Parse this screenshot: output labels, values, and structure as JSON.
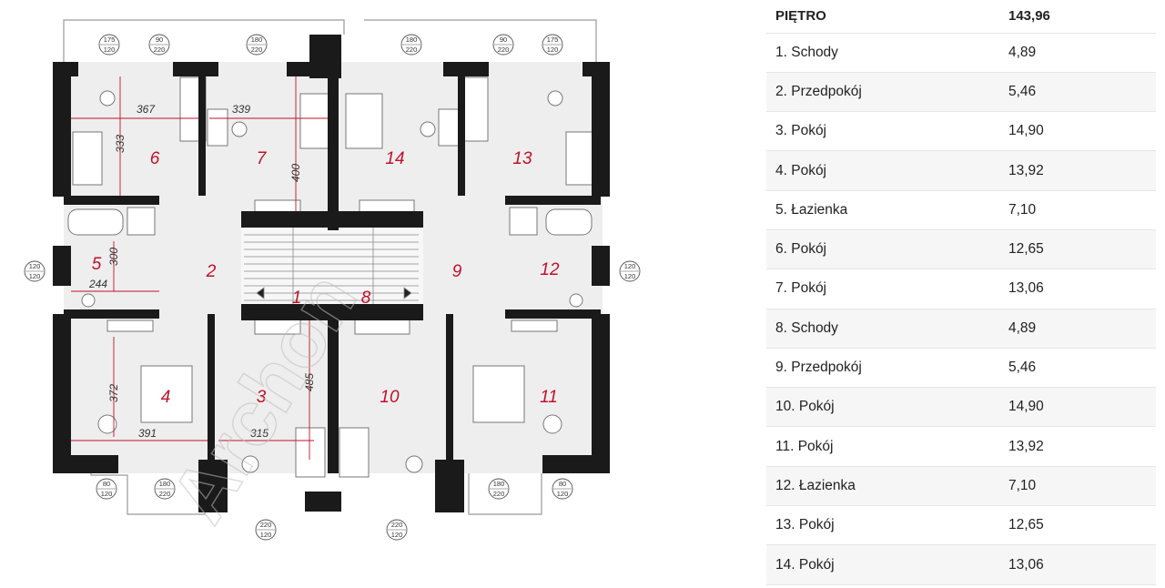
{
  "floor_plan": {
    "rooms": [
      "1",
      "2",
      "3",
      "4",
      "5",
      "6",
      "7",
      "8",
      "9",
      "10",
      "11",
      "12",
      "13",
      "14"
    ],
    "dimensions": [
      "367",
      "333",
      "339",
      "400",
      "300",
      "244",
      "372",
      "391",
      "315",
      "485"
    ],
    "window_sizes": {
      "w175_120": [
        "175",
        "120"
      ],
      "w90_220": [
        "90",
        "220"
      ],
      "w180_220": [
        "180",
        "220"
      ],
      "w120_120": [
        "120",
        "120"
      ],
      "w80_120": [
        "80",
        "120"
      ],
      "w220_120": [
        "220",
        "120"
      ]
    },
    "watermark": "Archon"
  },
  "table": {
    "header": {
      "name": "PIĘTRO",
      "value": "143,96"
    },
    "rows": [
      {
        "name": "1. Schody",
        "value": "4,89"
      },
      {
        "name": "2. Przedpokój",
        "value": "5,46"
      },
      {
        "name": "3. Pokój",
        "value": "14,90"
      },
      {
        "name": "4. Pokój",
        "value": "13,92"
      },
      {
        "name": "5. Łazienka",
        "value": "7,10"
      },
      {
        "name": "6. Pokój",
        "value": "12,65"
      },
      {
        "name": "7. Pokój",
        "value": "13,06"
      },
      {
        "name": "8. Schody",
        "value": "4,89"
      },
      {
        "name": "9. Przedpokój",
        "value": "5,46"
      },
      {
        "name": "10. Pokój",
        "value": "14,90"
      },
      {
        "name": "11. Pokój",
        "value": "13,92"
      },
      {
        "name": "12. Łazienka",
        "value": "7,10"
      },
      {
        "name": "13. Pokój",
        "value": "12,65"
      },
      {
        "name": "14. Pokój",
        "value": "13,06"
      }
    ]
  }
}
